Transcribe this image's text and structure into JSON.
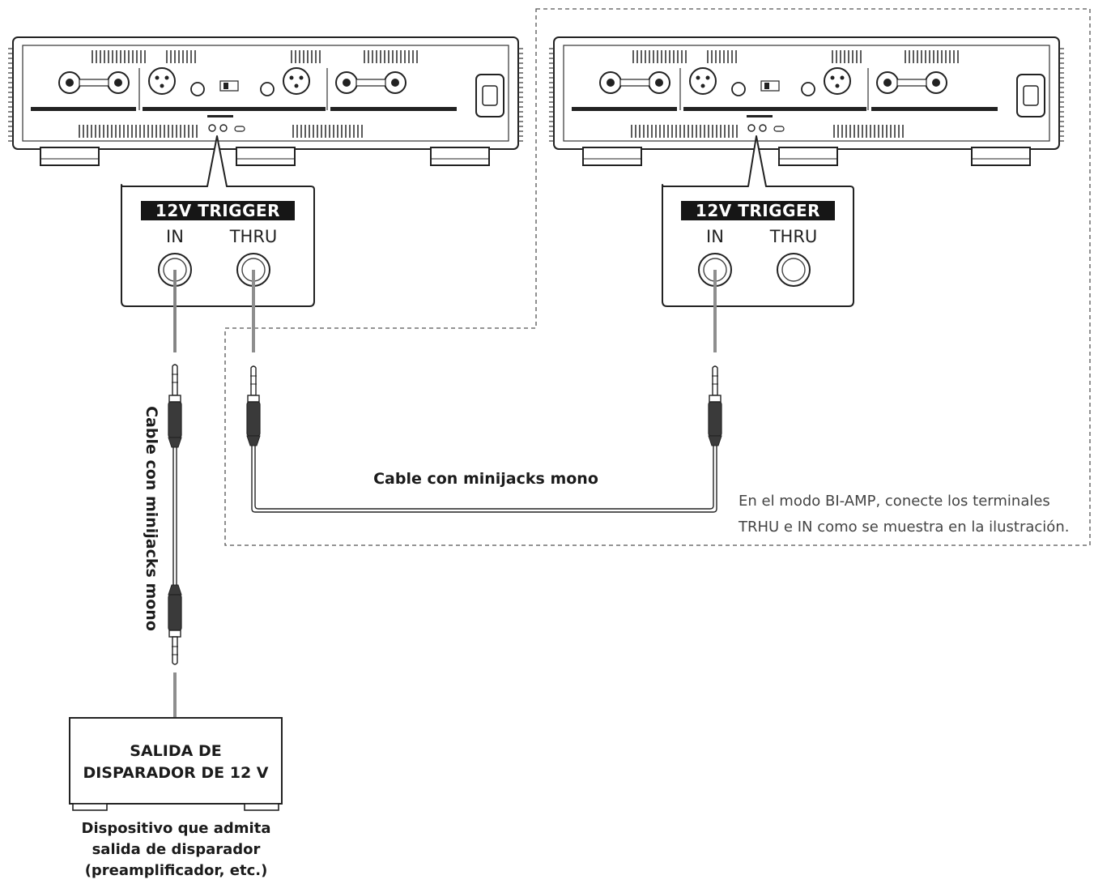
{
  "trigger_panel": {
    "title": "12V TRIGGER",
    "in_label": "IN",
    "thru_label": "THRU"
  },
  "cable_label": "Cable con minijacks mono",
  "note": "En el modo BI-AMP, conecte los terminales TRHU e IN como se muestra en la ilustración.",
  "device": {
    "label_line1": "SALIDA DE",
    "label_line2": "DISPARADOR DE 12 V",
    "caption_line1": "Dispositivo que admita",
    "caption_line2": "salida de disparador",
    "caption_line3": "(preamplificador, etc.)"
  },
  "colors": {
    "line": "#222222",
    "cable": "#9a9a9a",
    "plug_dark": "#3a3a3a",
    "panel_fill": "#ffffff"
  }
}
